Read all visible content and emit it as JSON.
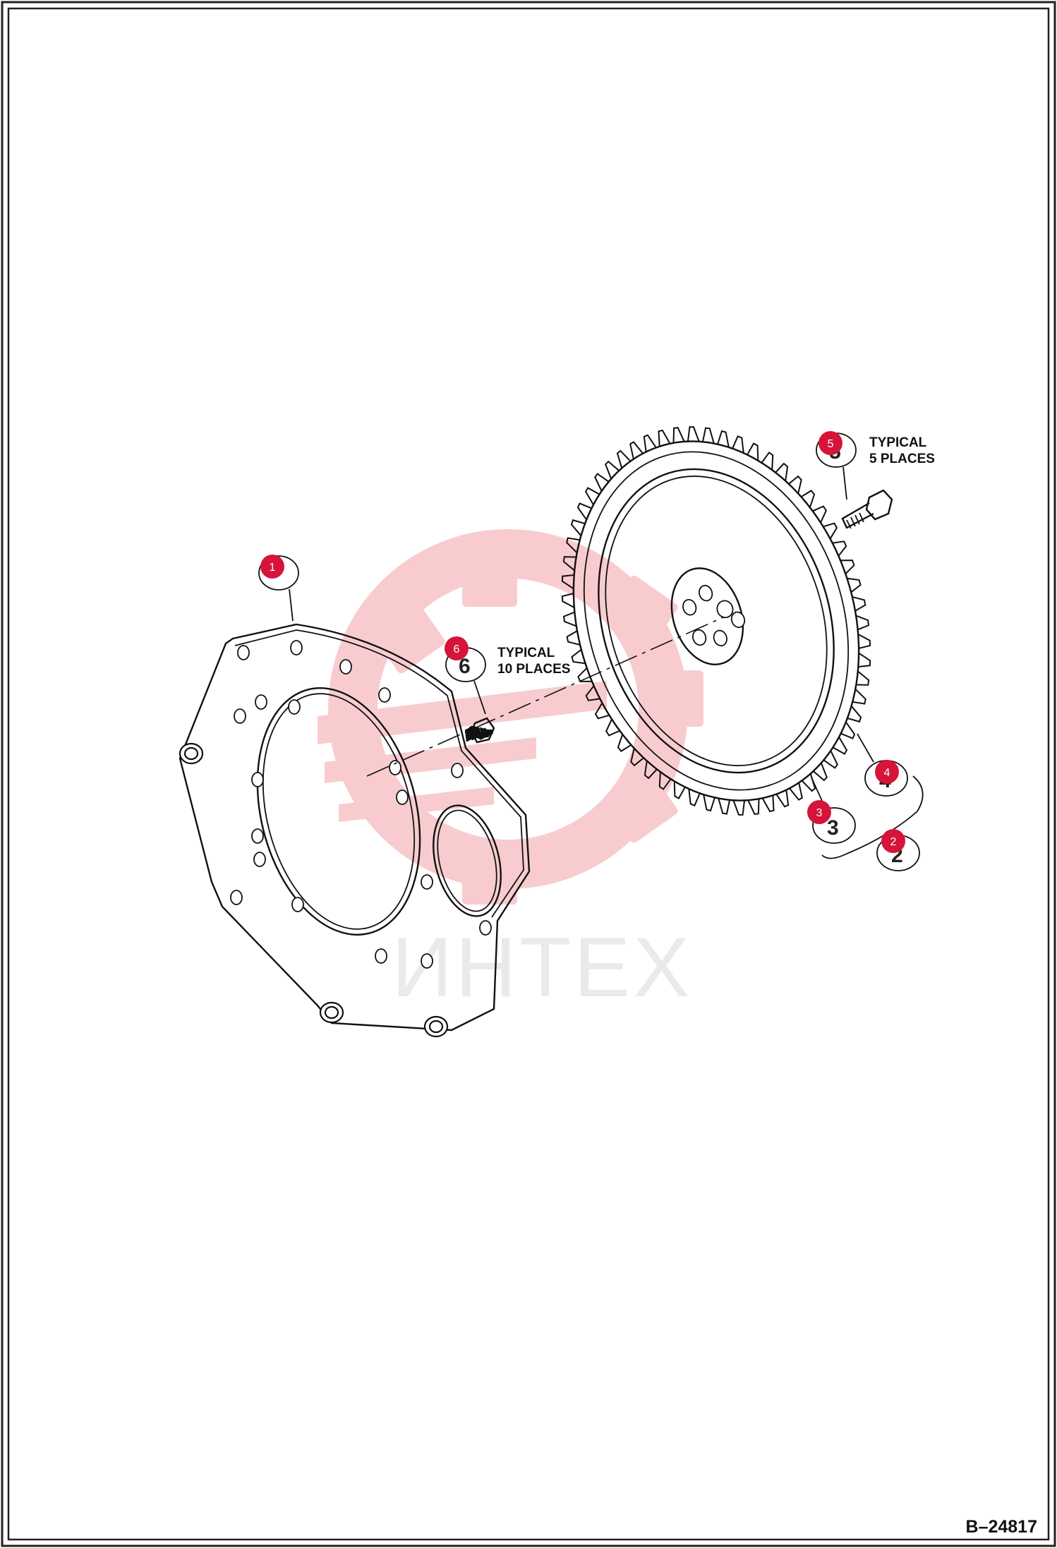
{
  "watermark": {
    "text": "ИНТЕХ",
    "color": "#f2a3a8"
  },
  "callouts": [
    {
      "id": "1",
      "label": "1"
    },
    {
      "id": "2",
      "label": "2"
    },
    {
      "id": "3",
      "label": "3"
    },
    {
      "id": "4",
      "label": "4"
    },
    {
      "id": "5",
      "label": "5"
    },
    {
      "id": "6",
      "label": "6"
    }
  ],
  "drawn_numbers": {
    "n2": "2",
    "n3": "3",
    "n4": "4",
    "n5": "5",
    "n6": "6"
  },
  "notes": {
    "bolt5": {
      "line1": "TYPICAL",
      "line2": "5 PLACES"
    },
    "bolt6": {
      "line1": "TYPICAL",
      "line2": "10 PLACES"
    }
  },
  "reference": "B–24817",
  "colors": {
    "callout": "#d6143a",
    "line": "#111111",
    "frame": "#222222"
  }
}
